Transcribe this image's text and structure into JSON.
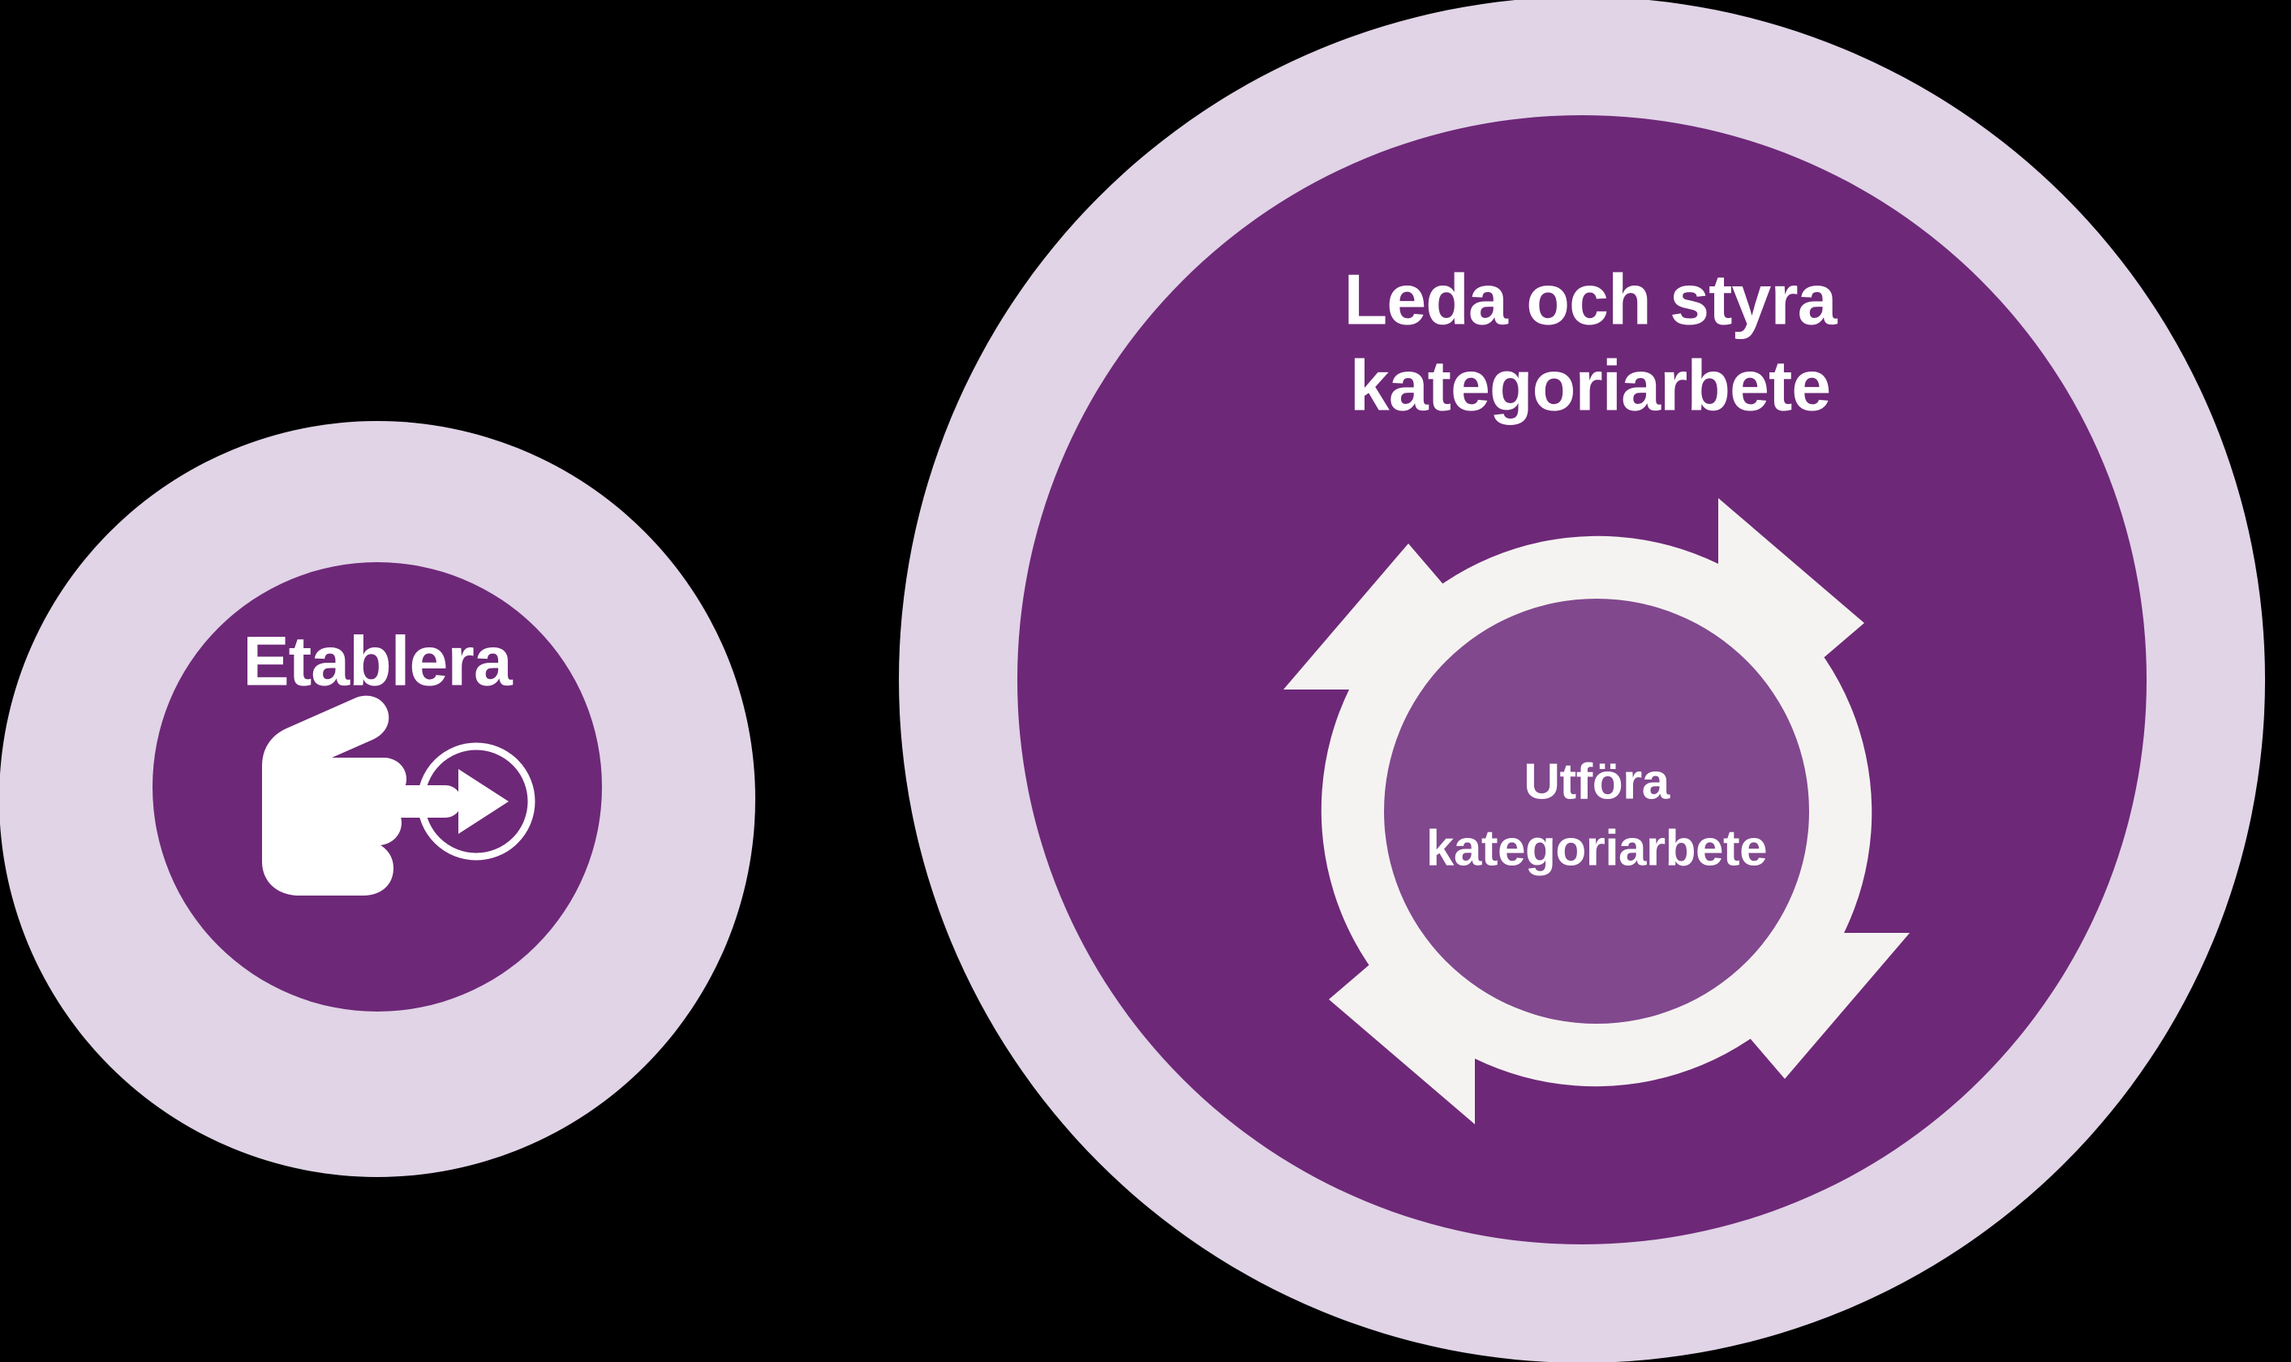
{
  "diagram": {
    "type": "process-cycle-diagram",
    "language": "sv",
    "background_color": "#000000",
    "stages": [
      {
        "id": "etablera",
        "label": "Etablera",
        "icon": "hand-pointing-play-icon",
        "halo_color": "#E0D4E6",
        "circle_color": "#6E2878"
      },
      {
        "id": "leda-och-styra",
        "label_line1": "Leda och styra",
        "label_line2": "kategoriarbete",
        "halo_color": "#E0D4E6",
        "circle_color": "#6E2878",
        "inner": {
          "id": "utfora",
          "label_line1": "Utföra",
          "label_line2": "kategoriarbete",
          "circle_color": "#81488E",
          "cycle_arrow_count": 4,
          "cycle_arrow_color": "#F5F3F1",
          "cycle_direction": "clockwise"
        }
      }
    ]
  },
  "colors": {
    "halo": "#E0D4E6",
    "primary_purple": "#6E2878",
    "inner_purple": "#81488E",
    "arrow_white": "#F5F3F1",
    "text_white": "#FFFFFF",
    "background": "#000000"
  }
}
